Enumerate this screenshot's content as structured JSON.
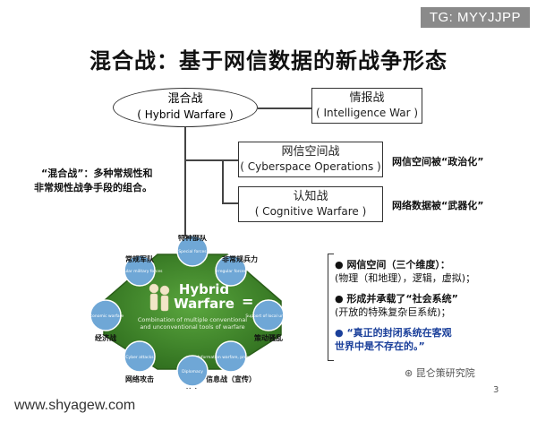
{
  "watermark_top": "TG: MYYJJPP",
  "title": "混合战：基于网信数据的新战争形态",
  "root": {
    "zh": "混合战",
    "en": "( Hybrid Warfare )"
  },
  "intelligence": {
    "zh": "情报战",
    "en": "( Intelligence War )"
  },
  "cyberspace": {
    "zh": "网信空间战",
    "en": "( Cyberspace Operations )",
    "note": "网信空间被“政治化”"
  },
  "cognitive": {
    "zh": "认知战",
    "en": "( Cognitive Warfare )",
    "note": "网络数据被“武器化”"
  },
  "definition": [
    "“混合战”：多种常规性和",
    "非常规性战争手段的组合。"
  ],
  "hybrid_graphic": {
    "title_line1": "Hybrid",
    "title_line2": "Warfare",
    "subtitle_line1": "Combination of multiple conventional",
    "subtitle_line2": "and unconventional tools of warfare",
    "colors": {
      "field": "#3f8a2c",
      "field_dark": "#2f6e1e",
      "node": "#6fa7d6",
      "node_edge": "#ffffff"
    },
    "nodes": [
      {
        "en": "Special forces",
        "zh": "特种部队"
      },
      {
        "en": "Irregular forces",
        "zh": "非常规兵力"
      },
      {
        "en": "Support of local unrest",
        "zh": "策动骚乱"
      },
      {
        "en": "Information warfare, propaganda",
        "zh": "信息战（宣传）"
      },
      {
        "en": "Diplomacy",
        "zh": "外交"
      },
      {
        "en": "Cyber attacks",
        "zh": "网络攻击"
      },
      {
        "en": "Economic warfare",
        "zh": "经济战"
      },
      {
        "en": "Regular military forces",
        "zh": "常规军队"
      }
    ]
  },
  "bullets": [
    {
      "head": "网信空间（三个维度）：",
      "sub": "(物理（和地理），逻辑，虚拟)；"
    },
    {
      "head": "形成并承载了“社会系统”",
      "sub": "(开放的特殊复杂巨系统)；"
    },
    {
      "head": "“真正的封闭系统在客观",
      "sub": "世界中是不存在的。”"
    }
  ],
  "logo_text": "昆仑策研究院",
  "page_number": "3",
  "watermark_bottom": "www.shyagew.com"
}
